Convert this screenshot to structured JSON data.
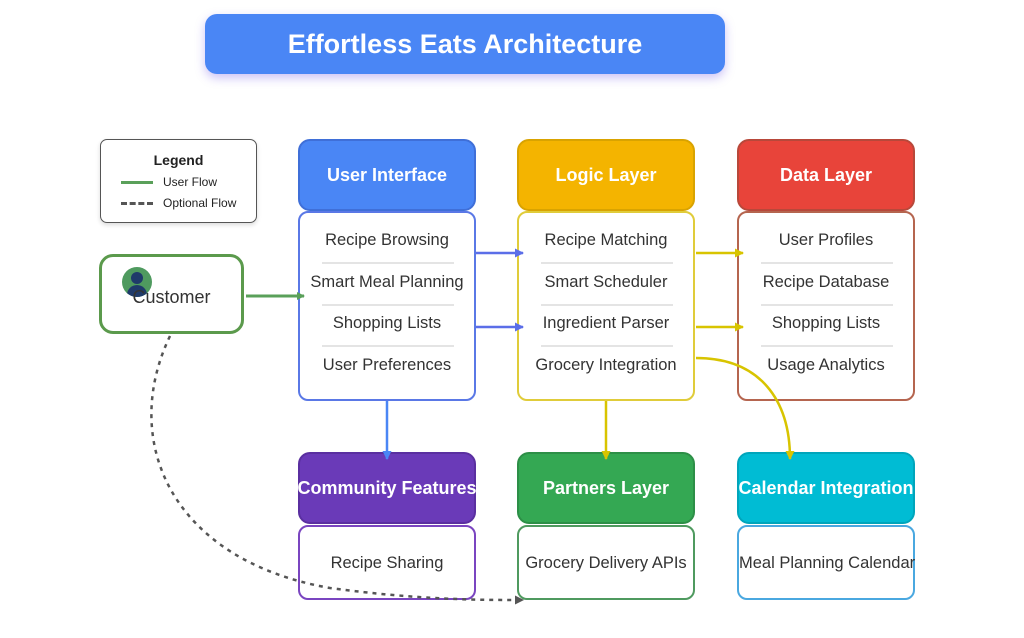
{
  "title": "Effortless Eats Architecture",
  "legend": {
    "title": "Legend",
    "user_flow": "User Flow",
    "optional_flow": "Optional Flow"
  },
  "customer": {
    "label": "Customer"
  },
  "layers": {
    "ui": {
      "title": "User Interface",
      "color": "#4a86f5",
      "items": [
        "Recipe Browsing",
        "Smart Meal Planning",
        "Shopping Lists",
        "User Preferences"
      ]
    },
    "logic": {
      "title": "Logic Layer",
      "color": "#f4b400",
      "items": [
        "Recipe Matching",
        "Smart Scheduler",
        "Ingredient Parser",
        "Grocery Integration"
      ]
    },
    "data": {
      "title": "Data Layer",
      "color": "#e8443a",
      "items": [
        "User Profiles",
        "Recipe Database",
        "Shopping Lists",
        "Usage Analytics"
      ]
    },
    "community": {
      "title": "Community Features",
      "color": "#6a3ab8",
      "items": [
        "Recipe Sharing"
      ]
    },
    "partners": {
      "title": "Partners Layer",
      "color": "#34a853",
      "items": [
        "Grocery Delivery APIs"
      ]
    },
    "calendar": {
      "title": "Calendar Integration",
      "color": "#00bcd4",
      "items": [
        "Meal Planning Calendar"
      ]
    }
  },
  "colors": {
    "user_flow": "#5aa05a",
    "optional_flow": "#555555",
    "ui_to_logic": "#5b6ee8",
    "logic_to_data": "#d8c400",
    "ui_to_community": "#4a86f5"
  }
}
